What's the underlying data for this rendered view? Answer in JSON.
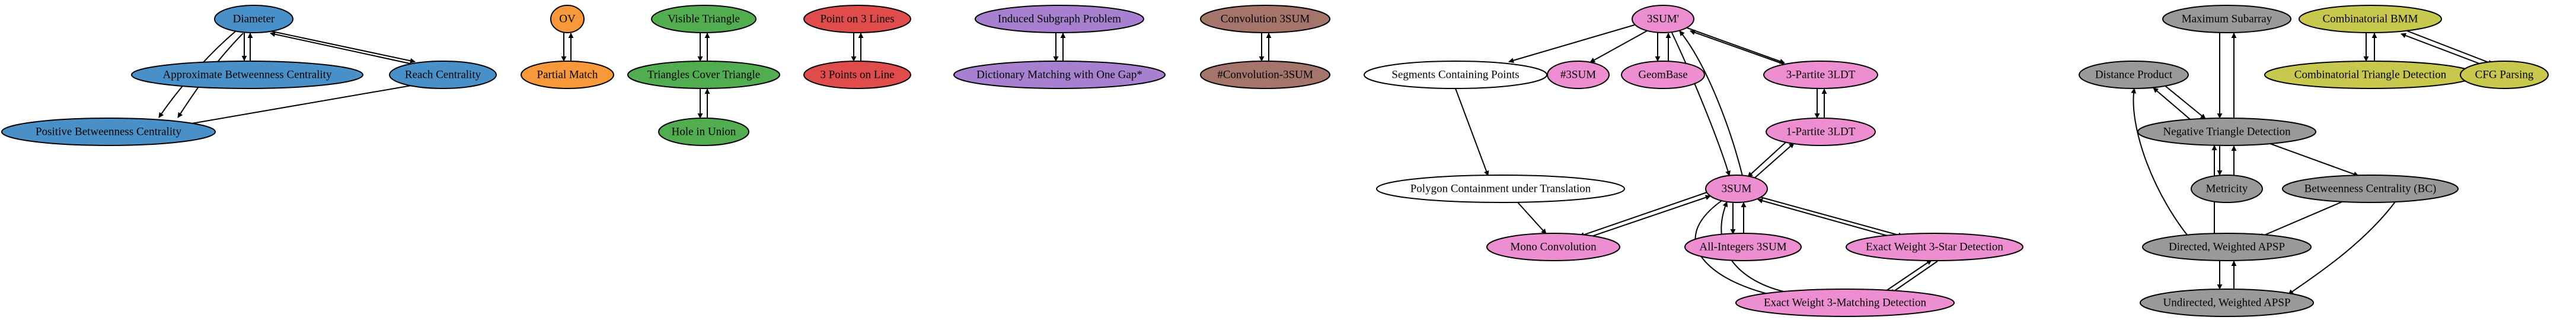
{
  "colors": {
    "blue": "#4a90c8",
    "orange": "#f7983a",
    "green": "#52ad50",
    "red": "#e04b4b",
    "purple": "#a781cf",
    "brown": "#a5746a",
    "pink": "#ec8ed0",
    "white": "#ffffff",
    "gray": "#999999",
    "olive": "#c8c84e"
  },
  "nodes": {
    "diameter": {
      "label": "Diameter",
      "color": "blue"
    },
    "approx_betweenness": {
      "label": "Approximate Betweenness Centrality",
      "color": "blue"
    },
    "reach_centrality": {
      "label": "Reach Centrality",
      "color": "blue"
    },
    "positive_betweenness": {
      "label": "Positive Betweenness Centrality",
      "color": "blue"
    },
    "ov": {
      "label": "OV",
      "color": "orange"
    },
    "partial_match": {
      "label": "Partial Match",
      "color": "orange"
    },
    "visible_triangle": {
      "label": "Visible Triangle",
      "color": "green"
    },
    "triangles_cover": {
      "label": "Triangles Cover Triangle",
      "color": "green"
    },
    "hole_in_union": {
      "label": "Hole in Union",
      "color": "green"
    },
    "point_on_3_lines": {
      "label": "Point on 3 Lines",
      "color": "red"
    },
    "three_points_on_line": {
      "label": "3 Points on Line",
      "color": "red"
    },
    "induced_subgraph": {
      "label": "Induced Subgraph Problem",
      "color": "purple"
    },
    "dictionary_matching": {
      "label": "Dictionary Matching with One Gap*",
      "color": "purple"
    },
    "convolution_3sum": {
      "label": "Convolution 3SUM",
      "color": "brown"
    },
    "count_convolution_3sum": {
      "label": "#Convolution-3SUM",
      "color": "brown"
    },
    "three_sum_prime": {
      "label": "3SUM'",
      "color": "pink"
    },
    "segments_containing": {
      "label": "Segments Containing Points",
      "color": "white"
    },
    "count_3sum": {
      "label": "#3SUM",
      "color": "pink"
    },
    "geombase": {
      "label": "GeomBase",
      "color": "pink"
    },
    "three_partite_3ldt": {
      "label": "3-Partite 3LDT",
      "color": "pink"
    },
    "one_partite_3ldt": {
      "label": "1-Partite 3LDT",
      "color": "pink"
    },
    "polygon_containment": {
      "label": "Polygon Containment under Translation",
      "color": "white"
    },
    "three_sum": {
      "label": "3SUM",
      "color": "pink"
    },
    "mono_convolution": {
      "label": "Mono Convolution",
      "color": "pink"
    },
    "all_integers_3sum": {
      "label": "All-Integers 3SUM",
      "color": "pink"
    },
    "exact_weight_3star": {
      "label": "Exact Weight 3-Star Detection",
      "color": "pink"
    },
    "exact_weight_3matching": {
      "label": "Exact Weight 3-Matching Detection",
      "color": "pink"
    },
    "maximum_subarray": {
      "label": "Maximum Subarray",
      "color": "gray"
    },
    "distance_product": {
      "label": "Distance Product",
      "color": "gray"
    },
    "negative_triangle": {
      "label": "Negative Triangle Detection",
      "color": "gray"
    },
    "metricity": {
      "label": "Metricity",
      "color": "gray"
    },
    "betweenness_bc": {
      "label": "Betweenness Centrality (BC)",
      "color": "gray"
    },
    "directed_apsp": {
      "label": "Directed, Weighted APSP",
      "color": "gray"
    },
    "undirected_apsp": {
      "label": "Undirected, Weighted APSP",
      "color": "gray"
    },
    "combinatorial_bmm": {
      "label": "Combinatorial BMM",
      "color": "olive"
    },
    "combinatorial_triangle": {
      "label": "Combinatorial Triangle Detection",
      "color": "olive"
    },
    "cfg_parsing": {
      "label": "CFG Parsing",
      "color": "olive"
    }
  }
}
